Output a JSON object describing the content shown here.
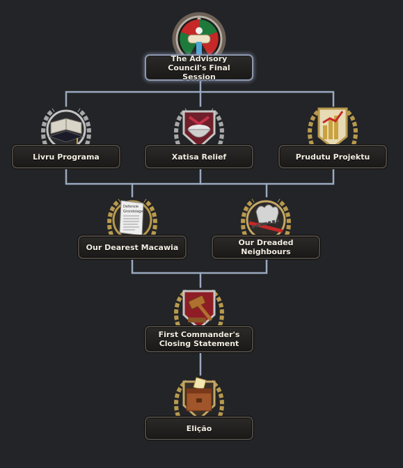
{
  "tree": {
    "nodes": [
      {
        "id": "advisory",
        "title": "The Advisory Council's Final Session",
        "icon": "council-scroll-icon",
        "selected": true
      },
      {
        "id": "livru",
        "title": "Livru Programa",
        "icon": "book-graduation-icon"
      },
      {
        "id": "xatisa",
        "title": "Xatisa Relief",
        "icon": "relief-bowl-icon"
      },
      {
        "id": "prudutu",
        "title": "Prudutu Projektu",
        "icon": "production-chart-icon"
      },
      {
        "id": "macawia",
        "title": "Our Dearest Macawia",
        "icon": "treaty-document-icon",
        "document_text": [
          "Defensie",
          "Grondslagen"
        ]
      },
      {
        "id": "neighbours",
        "title": "Our Dreaded Neighbours",
        "icon": "fist-chain-icon"
      },
      {
        "id": "commander",
        "title": "First Commander's Closing Statement",
        "icon": "gavel-icon"
      },
      {
        "id": "elicao",
        "title": "Elição",
        "icon": "ballot-box-icon"
      }
    ]
  },
  "colors": {
    "background": "#232427",
    "connector": "#9aa9bf",
    "label_text": "#f2ede2",
    "gold_wreath": "#b89a4e",
    "silver_wreath": "#a9a9a9"
  }
}
